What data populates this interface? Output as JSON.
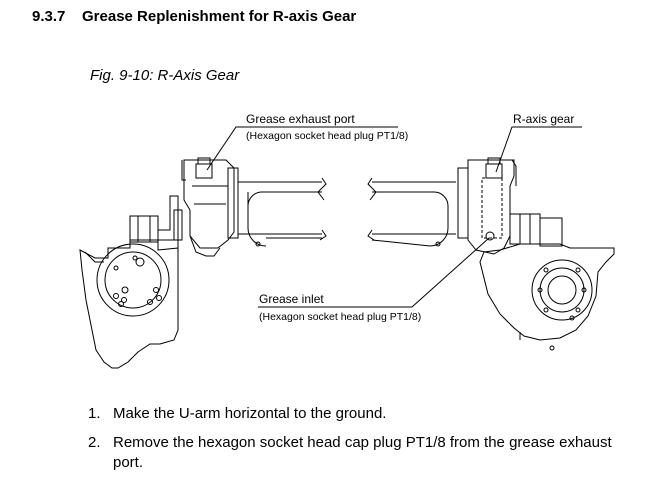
{
  "section": {
    "number": "9.3.7",
    "title": "Grease Replenishment for R-axis Gear"
  },
  "figure": {
    "caption": "Fig. 9-10: R-Axis Gear",
    "callouts": {
      "exhaust_label": "Grease exhaust port",
      "exhaust_sub": "(Hexagon socket head plug PT1/8)",
      "gear_label": "R-axis gear",
      "inlet_label": "Grease inlet",
      "inlet_sub": "(Hexagon socket head plug PT1/8)"
    }
  },
  "steps": [
    {
      "num": "1.",
      "text": "Make the U-arm horizontal to the ground."
    },
    {
      "num": "2.",
      "text": "Remove the hexagon socket head cap plug PT1/8 from the grease exhaust port."
    }
  ]
}
